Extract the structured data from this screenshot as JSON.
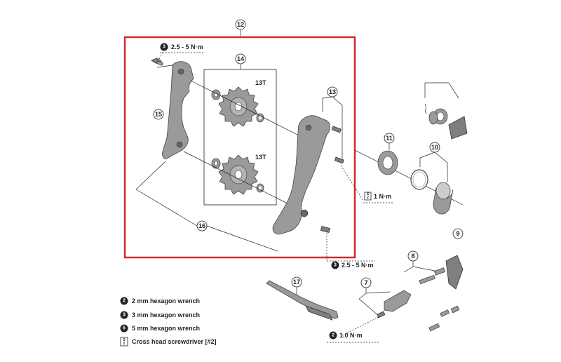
{
  "callouts": {
    "c12": "12",
    "c13": "13",
    "c14": "14",
    "c15": "15",
    "c16": "16",
    "c17": "17",
    "c11": "11",
    "c10": "10",
    "c9": "9",
    "c8": "8",
    "c7": "7"
  },
  "pulleys": {
    "upper_teeth": "13T",
    "lower_teeth": "13T"
  },
  "torques": {
    "top": {
      "tool": "3",
      "value": "2.5 - 5 N·m"
    },
    "mid": {
      "tool": "",
      "value": "1 N·m"
    },
    "bottom": {
      "tool": "3",
      "value": "2.5 - 5 N·m"
    },
    "lower": {
      "tool": "2",
      "value": "1.0 N·m"
    }
  },
  "legend": [
    {
      "badge": "2",
      "text": "2 mm hexagon wrench"
    },
    {
      "badge": "3",
      "text": "3 mm hexagon wrench"
    },
    {
      "badge": "5",
      "text": "5 mm hexagon wrench"
    },
    {
      "badge": "",
      "text": "Cross head screwdriver [#2]"
    }
  ],
  "colors": {
    "highlight_box": "#d42a2a",
    "part_fill": "#9a9a9a",
    "ink": "#222222"
  }
}
